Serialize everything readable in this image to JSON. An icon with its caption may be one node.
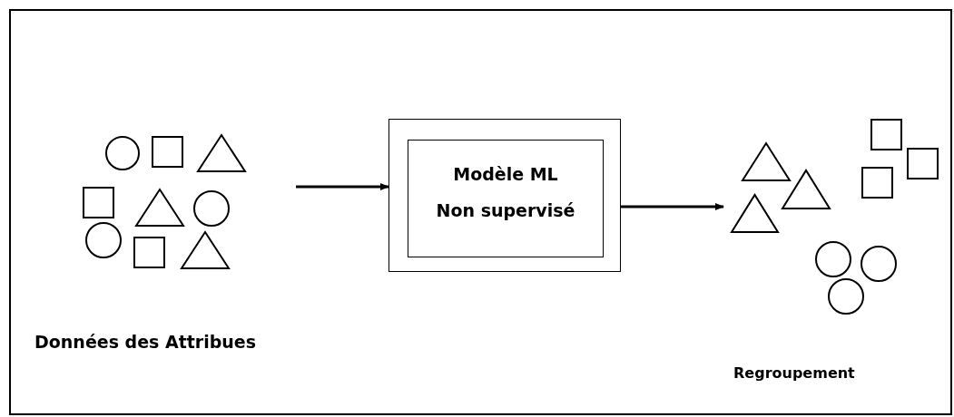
{
  "diagram": {
    "nodes": [
      {
        "text": [],
        "shape": "picture",
        "beside": [
          "Données des Attribues"
        ]
      },
      {
        "text": [],
        "shape": "box"
      },
      {
        "text": [
          "Modèle ML",
          "Non supervisé"
        ],
        "in": 1
      },
      {
        "text": [],
        "shape": "picture",
        "beside": [
          "Regroupement"
        ]
      }
    ],
    "edges": [
      {
        "from": 0,
        "to": 1,
        "arrow": "to"
      },
      {
        "from": 1,
        "to": 3,
        "arrow": "to"
      }
    ]
  }
}
